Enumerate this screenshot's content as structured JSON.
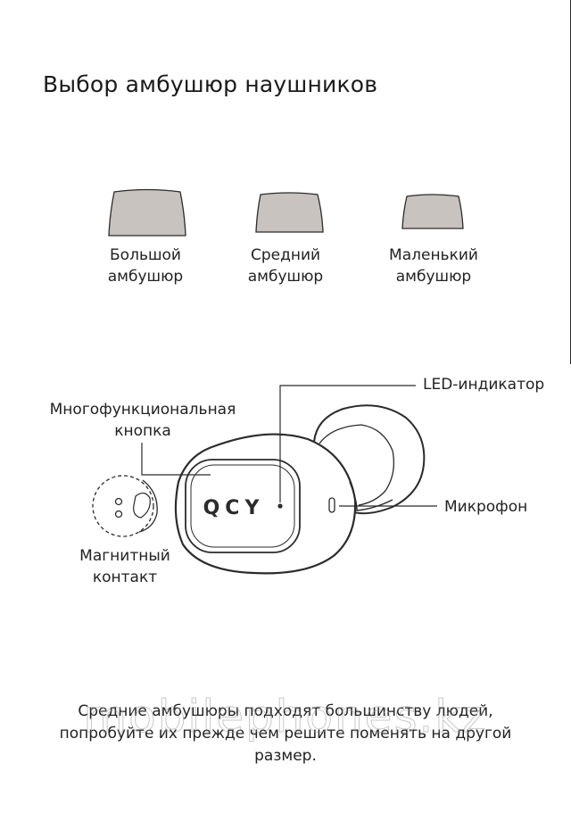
{
  "title": "Выбор амбушюр наушников",
  "ear_tips": [
    {
      "line1": "Большой",
      "line2": "амбушюр"
    },
    {
      "line1": "Средний",
      "line2": "амбушюр"
    },
    {
      "line1": "Маленький",
      "line2": "амбушюр"
    }
  ],
  "diagram": {
    "brand_logo": "QCY",
    "labels": {
      "led": "LED-индикатор",
      "button_line1": "Многофункциональная",
      "button_line2": "кнопка",
      "mic": "Микрофон",
      "magnet_line1": "Магнитный",
      "magnet_line2": "контакт"
    }
  },
  "note": {
    "line1": "Средние амбушюры подходят большинству людей,",
    "line2": "попробуйте их прежде чем решите поменять на другой",
    "line3": "размер."
  },
  "watermark": "mobilephones.kz",
  "colors": {
    "tip_fill": "#c9c3c0",
    "stroke": "#2b2b2b",
    "background": "#ffffff"
  }
}
